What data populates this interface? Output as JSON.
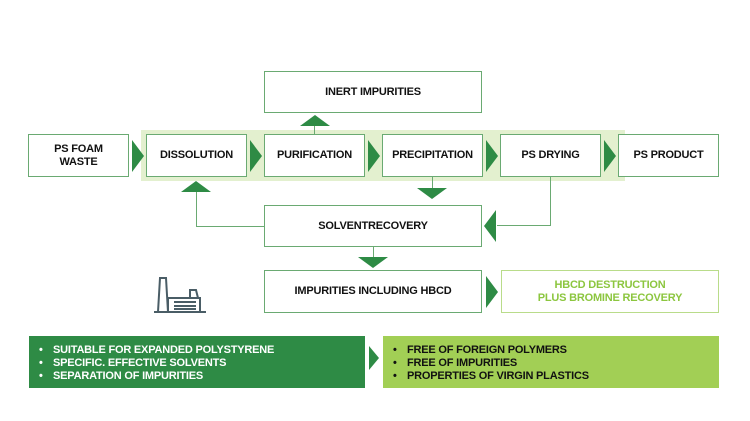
{
  "diagram": {
    "main_row": {
      "input": "PS FOAM\nWASTE",
      "steps": [
        "DISSOLUTION",
        "PURIFICATION",
        "PRECIPITATION",
        "PS DRYING"
      ],
      "output": "PS PRODUCT"
    },
    "inert_impurities": "INERT IMPURITIES",
    "solvent_recovery": "SOLVENTRECOVERY",
    "impurities_hbcd": "IMPURITIES INCLUDING HBCD",
    "hbcd_destruction": {
      "line1": "HBCD DESTRUCTION",
      "line2": "PLUS BROMINE RECOVERY"
    },
    "icons": {
      "plant": "factory-icon"
    },
    "colors": {
      "dark_green": "#2e8b45",
      "light_green": "#a2cf55",
      "band": "#e3f0cf",
      "border": "#6aaa72",
      "hbcd_text": "#8cc63f"
    }
  },
  "panels": {
    "left": {
      "items": [
        "SUITABLE FOR EXPANDED POLYSTYRENE",
        "SPECIFIC. EFFECTIVE SOLVENTS",
        "SEPARATION OF IMPURITIES"
      ]
    },
    "right": {
      "items": [
        "FREE OF FOREIGN POLYMERS",
        "FREE OF IMPURITIES",
        "PROPERTIES OF VIRGIN PLASTICS"
      ]
    },
    "bullet": "•"
  }
}
